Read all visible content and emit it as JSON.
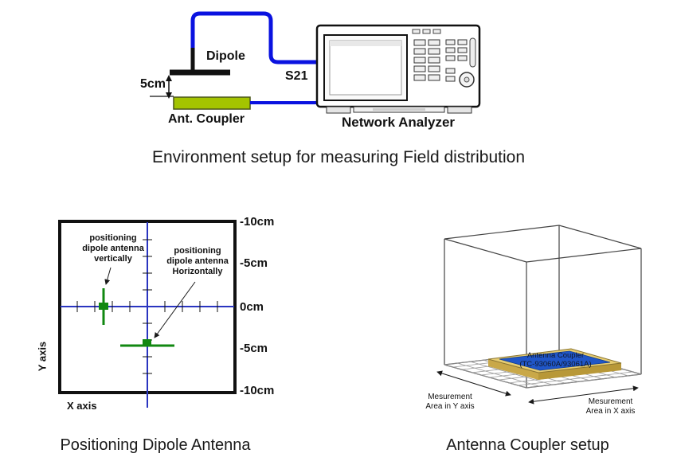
{
  "figures": {
    "top": {
      "dipole_label": "Dipole",
      "distance_label": "5cm",
      "coupler_label": "Ant. Coupler",
      "s21_label": "S21",
      "analyzer_label": "Network Analyzer",
      "caption": "Environment setup for measuring Field distribution"
    },
    "positioning": {
      "note_vertical": "positioning\ndipole antenna\nvertically",
      "note_horizontal": "positioning\ndipole antenna\nHorizontally",
      "scale_labels": [
        "-10cm",
        "-5cm",
        "0cm",
        "-5cm",
        "-10cm"
      ],
      "y_axis_label": "Y axis",
      "x_axis_label": "X axis",
      "caption": "Positioning Dipole Antenna"
    },
    "coupler_setup": {
      "coupler_label": "Antenna Coupler\n(TC-93060A/93061A)",
      "y_area_label": "Mesurement\nArea in Y axis",
      "x_area_label": "Mesurement\nArea in X axis",
      "caption": "Antenna Coupler setup"
    }
  },
  "colors": {
    "cable_blue": "#0a12e0",
    "coupler_green": "#a4c400",
    "axis_blue": "#2a35c0",
    "antenna_green": "#118811",
    "coupler_top_blue": "#2056c8",
    "coupler_rim_tan": "#e6cc70"
  }
}
